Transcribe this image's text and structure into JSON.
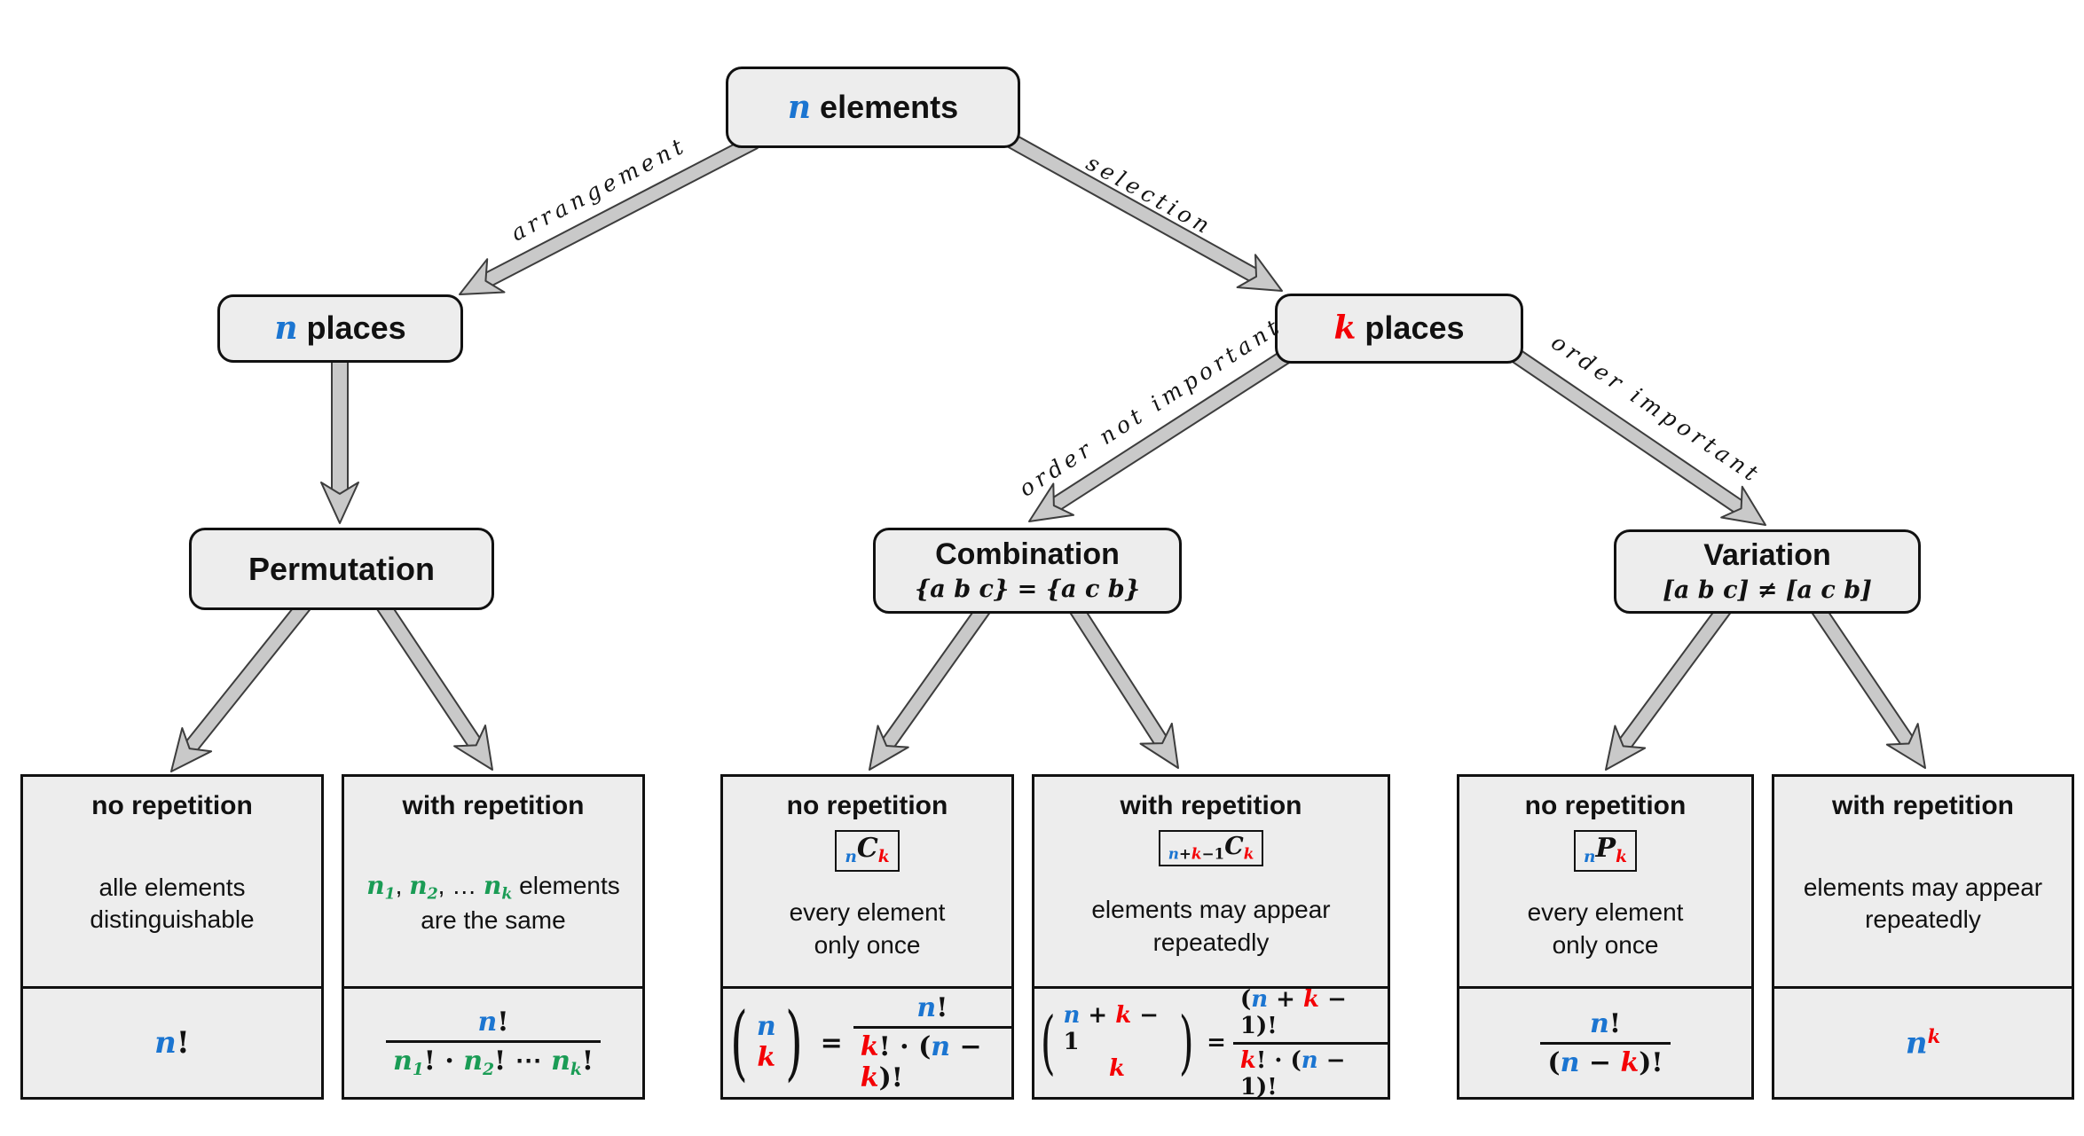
{
  "palette": {
    "blue": "#1b75d1",
    "red": "#f40105",
    "green": "#1a9c55",
    "black": "#111111",
    "box_fill": "#ededed",
    "arrow_fill": "#c9c9c9",
    "arrow_stroke": "#3d3d3d"
  },
  "nodes": {
    "root": {
      "tokens": [
        {
          "t": "n",
          "c": "blue",
          "m": 1
        },
        {
          "t": " elements"
        }
      ]
    },
    "n_places": {
      "tokens": [
        {
          "t": "n",
          "c": "blue",
          "m": 1
        },
        {
          "t": " places"
        }
      ]
    },
    "k_places": {
      "tokens": [
        {
          "t": "k",
          "c": "red",
          "m": 1
        },
        {
          "t": " places"
        }
      ]
    },
    "permutation": {
      "title": "Permutation"
    },
    "combination": {
      "title": "Combination",
      "sub": [
        {
          "t": "{a b c} = {a c b}",
          "m": 1
        }
      ]
    },
    "variation": {
      "title": "Variation",
      "sub": [
        {
          "t": "[a b c] ≠ [a c b]",
          "m": 1
        }
      ]
    }
  },
  "edges": {
    "arrangement": "arrangement",
    "selection": "selection",
    "order_not_important": "order not important",
    "order_important": "order important"
  },
  "cards": [
    {
      "name": "permutation-no-repetition",
      "header": "no repetition",
      "desc": [
        "alle elements",
        "distinguishable"
      ],
      "formula_tokens": [
        {
          "t": "n",
          "c": "blue",
          "m": 1
        },
        {
          "t": "!"
        }
      ]
    },
    {
      "name": "permutation-with-repetition",
      "header": "with repetition",
      "desc_tokens": [
        {
          "t": "n",
          "c": "green",
          "m": 1
        },
        {
          "t": "1",
          "c": "green",
          "m": 1,
          "v": "sub"
        },
        {
          "t": ", "
        },
        {
          "t": "n",
          "c": "green",
          "m": 1
        },
        {
          "t": "2",
          "c": "green",
          "m": 1,
          "v": "sub"
        },
        {
          "t": ", … "
        },
        {
          "t": "n",
          "c": "green",
          "m": 1
        },
        {
          "t": "k",
          "c": "green",
          "m": 1,
          "v": "sub"
        },
        {
          "t": " elements"
        }
      ],
      "desc2": "are the same",
      "frac": {
        "num": [
          {
            "t": "n",
            "c": "blue",
            "m": 1
          },
          {
            "t": "!"
          }
        ],
        "den": [
          {
            "t": "n",
            "c": "green",
            "m": 1
          },
          {
            "t": "1",
            "c": "green",
            "m": 1,
            "v": "sub"
          },
          {
            "t": "! · "
          },
          {
            "t": "n",
            "c": "green",
            "m": 1
          },
          {
            "t": "2",
            "c": "green",
            "m": 1,
            "v": "sub"
          },
          {
            "t": "! ⋯ "
          },
          {
            "t": "n",
            "c": "green",
            "m": 1
          },
          {
            "t": "k",
            "c": "green",
            "m": 1,
            "v": "sub"
          },
          {
            "t": "!"
          }
        ]
      }
    },
    {
      "name": "combination-no-repetition",
      "header": "no repetition",
      "badge": [
        {
          "t": "n",
          "c": "blue",
          "m": 1,
          "v": "sub"
        },
        {
          "t": "C",
          "m": 1
        },
        {
          "t": "k",
          "c": "red",
          "m": 1,
          "v": "sub"
        }
      ],
      "desc": [
        "every element",
        "only once"
      ],
      "paren_l": "(",
      "paren_r": ")",
      "binom": {
        "top": [
          {
            "t": "n",
            "c": "blue",
            "m": 1
          }
        ],
        "bottom": [
          {
            "t": "k",
            "c": "red",
            "m": 1
          }
        ]
      },
      "eq": "=",
      "frac": {
        "num": [
          {
            "t": "n",
            "c": "blue",
            "m": 1
          },
          {
            "t": "!"
          }
        ],
        "den": [
          {
            "t": "k",
            "c": "red",
            "m": 1
          },
          {
            "t": "! · ("
          },
          {
            "t": "n",
            "c": "blue",
            "m": 1
          },
          {
            "t": " − "
          },
          {
            "t": "k",
            "c": "red",
            "m": 1
          },
          {
            "t": ")!"
          }
        ]
      }
    },
    {
      "name": "combination-with-repetition",
      "header": "with repetition",
      "badge": [
        {
          "t": "n",
          "c": "blue",
          "m": 1,
          "v": "sub"
        },
        {
          "t": "+",
          "v": "sub"
        },
        {
          "t": "k",
          "c": "red",
          "m": 1,
          "v": "sub"
        },
        {
          "t": "−1",
          "v": "sub"
        },
        {
          "t": "C",
          "m": 1
        },
        {
          "t": "k",
          "c": "red",
          "m": 1,
          "v": "sub"
        }
      ],
      "desc": [
        "elements may appear",
        "repeatedly"
      ],
      "paren_l": "(",
      "paren_r": ")",
      "binom": {
        "top": [
          {
            "t": "n",
            "c": "blue",
            "m": 1
          },
          {
            "t": " + "
          },
          {
            "t": "k",
            "c": "red",
            "m": 1
          },
          {
            "t": " − 1"
          }
        ],
        "bottom": [
          {
            "t": "k",
            "c": "red",
            "m": 1
          }
        ]
      },
      "eq": "=",
      "frac": {
        "num": [
          {
            "t": "("
          },
          {
            "t": "n",
            "c": "blue",
            "m": 1
          },
          {
            "t": " + "
          },
          {
            "t": "k",
            "c": "red",
            "m": 1
          },
          {
            "t": " − 1)!"
          }
        ],
        "den": [
          {
            "t": "k",
            "c": "red",
            "m": 1
          },
          {
            "t": "! · ("
          },
          {
            "t": "n",
            "c": "blue",
            "m": 1
          },
          {
            "t": " − 1)!"
          }
        ]
      }
    },
    {
      "name": "variation-no-repetition",
      "header": "no repetition",
      "badge": [
        {
          "t": "n",
          "c": "blue",
          "m": 1,
          "v": "sub"
        },
        {
          "t": "P",
          "m": 1
        },
        {
          "t": "k",
          "c": "red",
          "m": 1,
          "v": "sub"
        }
      ],
      "desc": [
        "every element",
        "only once"
      ],
      "frac": {
        "num": [
          {
            "t": "n",
            "c": "blue",
            "m": 1
          },
          {
            "t": "!"
          }
        ],
        "den": [
          {
            "t": "("
          },
          {
            "t": "n",
            "c": "blue",
            "m": 1
          },
          {
            "t": " − "
          },
          {
            "t": "k",
            "c": "red",
            "m": 1
          },
          {
            "t": ")!"
          }
        ]
      }
    },
    {
      "name": "variation-with-repetition",
      "header": "with repetition",
      "desc": [
        "elements may appear",
        "repeatedly"
      ],
      "formula_tokens": [
        {
          "t": "n",
          "c": "blue",
          "m": 1
        },
        {
          "t": "k",
          "c": "red",
          "m": 1,
          "v": "sup"
        }
      ]
    }
  ]
}
